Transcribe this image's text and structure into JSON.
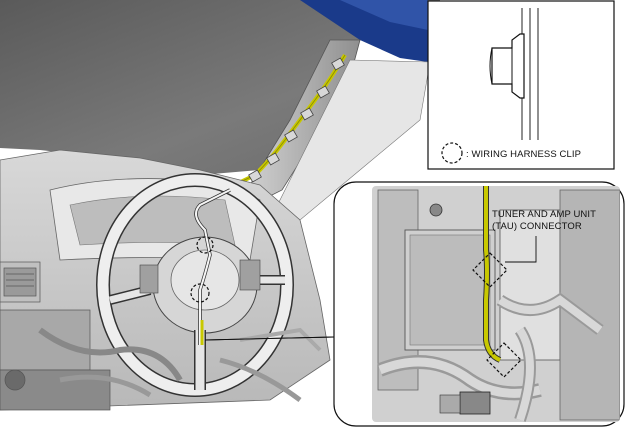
{
  "labels": {
    "legend": ": WIRING HARNESS CLIP",
    "callout_line1": "TUNER AND AMP UNIT",
    "callout_line2": "(TAU) CONNECTOR"
  },
  "colors": {
    "harness": "#c8c800",
    "windshield_blue": "#1a3a8a",
    "background": "#ffffff",
    "line": "#111111"
  }
}
